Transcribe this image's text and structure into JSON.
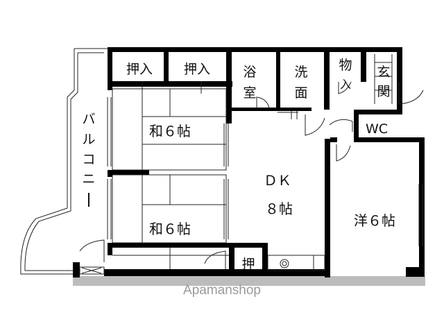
{
  "floor_plan": {
    "rooms": {
      "balcony": "バルコニー",
      "closet_upper_left": "押入",
      "closet_upper_right": "押入",
      "bath": "浴室",
      "washroom": "洗面",
      "storage": "物入",
      "entrance": "玄関",
      "toilet": "WC",
      "washitsu_upper": "和６帖",
      "washitsu_lower": "和６帖",
      "dk_name": "ＤＫ",
      "dk_size": "８帖",
      "youshitsu": "洋６帖",
      "closet_small": "押"
    },
    "watermark": "Apamanshop"
  },
  "colors": {
    "wall": "#000000",
    "line": "#222222",
    "background": "#ffffff",
    "watermark": "#9a9a9a",
    "floor_strip": "#bcbcbc"
  }
}
